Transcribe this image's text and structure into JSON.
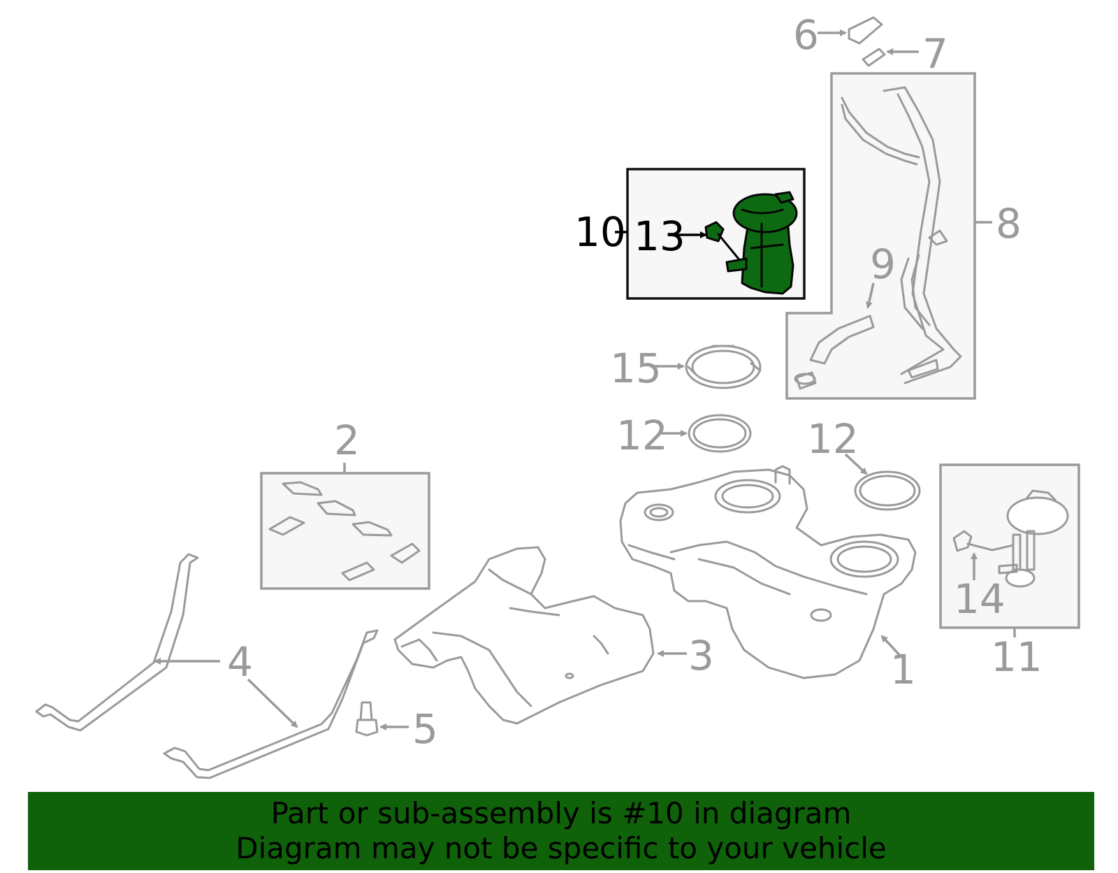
{
  "banner": {
    "background_color": "#0f620a",
    "line1": "Part or sub-assembly is #10 in diagram",
    "line2": "Diagram may not be specific to your vehicle"
  },
  "diagram": {
    "highlight_part": "10",
    "highlight_color": "#0e6a12",
    "line_color": "#9a9a9a",
    "callouts": {
      "c1": "1",
      "c2": "2",
      "c3": "3",
      "c4": "4",
      "c5": "5",
      "c6": "6",
      "c7": "7",
      "c8": "8",
      "c9": "9",
      "c10": "10",
      "c11": "11",
      "c12a": "12",
      "c12b": "12",
      "c13": "13",
      "c14": "14",
      "c15": "15"
    }
  }
}
